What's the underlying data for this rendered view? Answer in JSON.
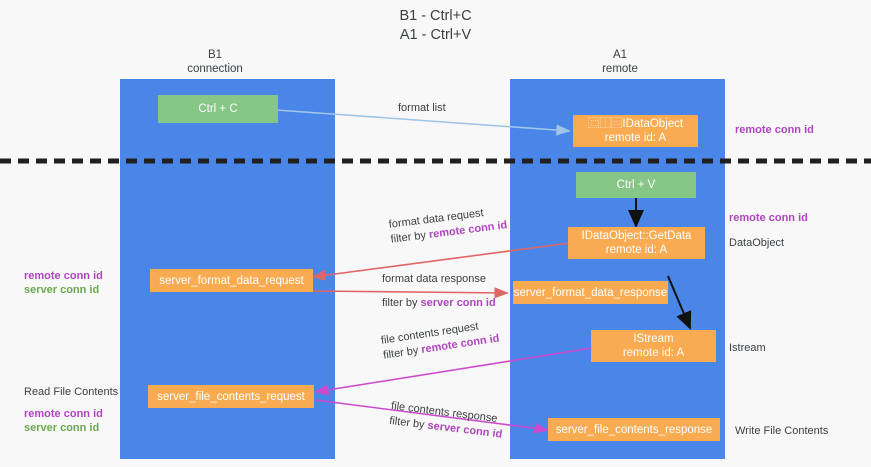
{
  "title": "B1 - Ctrl+C\nA1 - Ctrl+V",
  "columns": [
    {
      "id": "b1",
      "header": "B1\nconnection"
    },
    {
      "id": "a1",
      "header": "A1\nremote"
    }
  ],
  "nodes": [
    {
      "id": "ctrl-c",
      "label": "Ctrl + C",
      "color": "#86c686"
    },
    {
      "id": "get-idataobject",
      "label": "⿷⿰⿳IDataObject\nremote id: A",
      "color": "#f9ab52"
    },
    {
      "id": "ctrl-v",
      "label": "Ctrl + V",
      "color": "#86c686"
    },
    {
      "id": "idataobject-getdata",
      "label": "IDataObject::GetData\nremote id: A",
      "color": "#f9ab52"
    },
    {
      "id": "server-format-data-request",
      "label": "server_format_data_request",
      "color": "#f9ab52"
    },
    {
      "id": "server-format-data-response",
      "label": "server_format_data_response",
      "color": "#f9ab52"
    },
    {
      "id": "istream",
      "label": "IStream\nremote id: A",
      "color": "#f9ab52"
    },
    {
      "id": "server-file-contents-request",
      "label": "server_file_contents_request",
      "color": "#f9ab52"
    },
    {
      "id": "server-file-contents-response",
      "label": "server_file_contents_response",
      "color": "#f9ab52"
    }
  ],
  "edges": [
    {
      "id": "format-list",
      "line1": "format list",
      "filter_prefix": "",
      "filter_accent": "",
      "color": "#9fc5e8"
    },
    {
      "id": "format-data-request",
      "line1": "format data request",
      "filter_prefix": "filter by ",
      "filter_accent": "remote conn id",
      "color": "#e06666"
    },
    {
      "id": "format-data-response",
      "line1": "format data response",
      "filter_prefix": "filter by ",
      "filter_accent": "server conn id",
      "color": "#e06666"
    },
    {
      "id": "file-contents-request",
      "line1": "file contents request",
      "filter_prefix": "filter by ",
      "filter_accent": "remote conn id",
      "color": "#cc4bcc"
    },
    {
      "id": "file-contents-response",
      "line1": "file contents response",
      "filter_prefix": "filter by ",
      "filter_accent": "server conn id",
      "color": "#cc4bcc"
    }
  ],
  "annotations": {
    "right_top": {
      "remote": "remote conn id"
    },
    "right_dataobject": {
      "remote": "remote conn id",
      "plain": "DataObject"
    },
    "right_istream": {
      "plain": "Istream"
    },
    "right_write": {
      "plain": "Write File Contents"
    },
    "left_format": {
      "remote": "remote conn id",
      "server": "server conn id"
    },
    "left_file": {
      "plain": "Read File Contents",
      "remote": "remote conn id",
      "server": "server conn id"
    }
  },
  "colors": {
    "lane": "#4a86e8",
    "green_node": "#86c686",
    "orange_node": "#f9ab52",
    "accent_remote": "#b045c0",
    "accent_server": "#6aa84f",
    "separator": "#202020",
    "background": "#f8f8f8"
  }
}
